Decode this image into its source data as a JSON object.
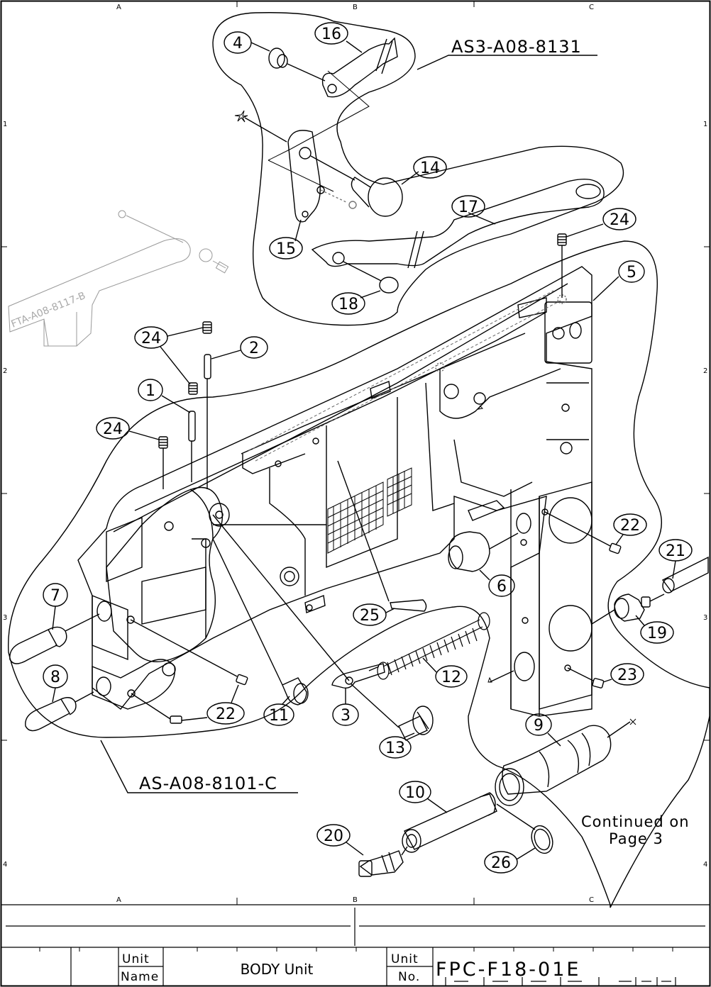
{
  "grid": {
    "columns": [
      "A",
      "B",
      "C"
    ],
    "rows": [
      "1",
      "2",
      "3",
      "4"
    ]
  },
  "assemblies": {
    "upper": "AS3-A08-8131",
    "lower": "AS-A08-8101-C",
    "ghost": "FTA-A08-8117-B"
  },
  "callouts": [
    "1",
    "2",
    "3",
    "4",
    "5",
    "6",
    "7",
    "8",
    "9",
    "10",
    "11",
    "12",
    "13",
    "14",
    "15",
    "16",
    "17",
    "18",
    "19",
    "20",
    "21",
    "22",
    "22",
    "23",
    "24",
    "24",
    "24",
    "25",
    "26"
  ],
  "note": {
    "line1": "Continued on",
    "line2": "Page 3"
  },
  "title_block": {
    "unit_name_label_1": "Unit",
    "unit_name_label_2": "Name",
    "unit_name": "BODY Unit",
    "unit_no_label_1": "Unit",
    "unit_no_label_2": "No.",
    "unit_no": "FPC-F18-01E"
  }
}
